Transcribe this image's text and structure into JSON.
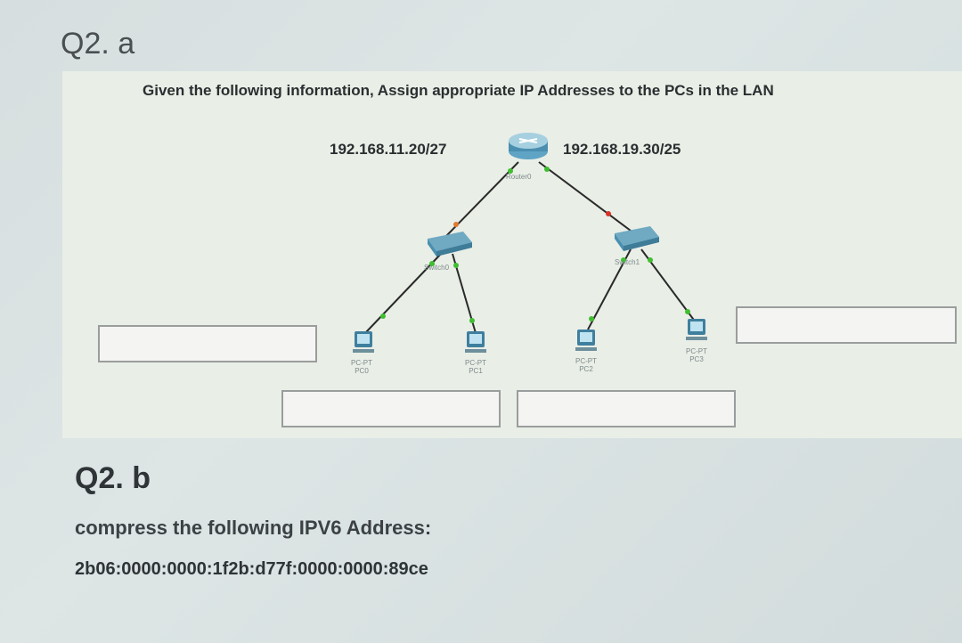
{
  "question_a": {
    "title": "Q2. a",
    "instruction": "Given the following information, Assign appropriate IP Addresses to the PCs in the LAN",
    "left_network": "192.168.11.20/27",
    "right_network": "192.168.19.30/25"
  },
  "devices": {
    "router": {
      "label": "Router0"
    },
    "switch_left": {
      "label": "Switch0"
    },
    "switch_right": {
      "label": "Switch1"
    },
    "pcs": [
      {
        "type": "PC-PT",
        "label": "PC0"
      },
      {
        "type": "PC-PT",
        "label": "PC1"
      },
      {
        "type": "PC-PT",
        "label": "PC2"
      },
      {
        "type": "PC-PT",
        "label": "PC3"
      }
    ]
  },
  "answer_boxes": [
    "",
    "",
    "",
    ""
  ],
  "question_b": {
    "title": "Q2. b",
    "text": "compress the following IPV6 Address:",
    "address": "2b06:0000:0000:1f2b:d77f:0000:0000:89ce"
  },
  "colors": {
    "link": "#2a2a2a",
    "link_up": "#3fbf2f",
    "link_down": "#d8332a",
    "device_blue": "#4a8fb0"
  }
}
